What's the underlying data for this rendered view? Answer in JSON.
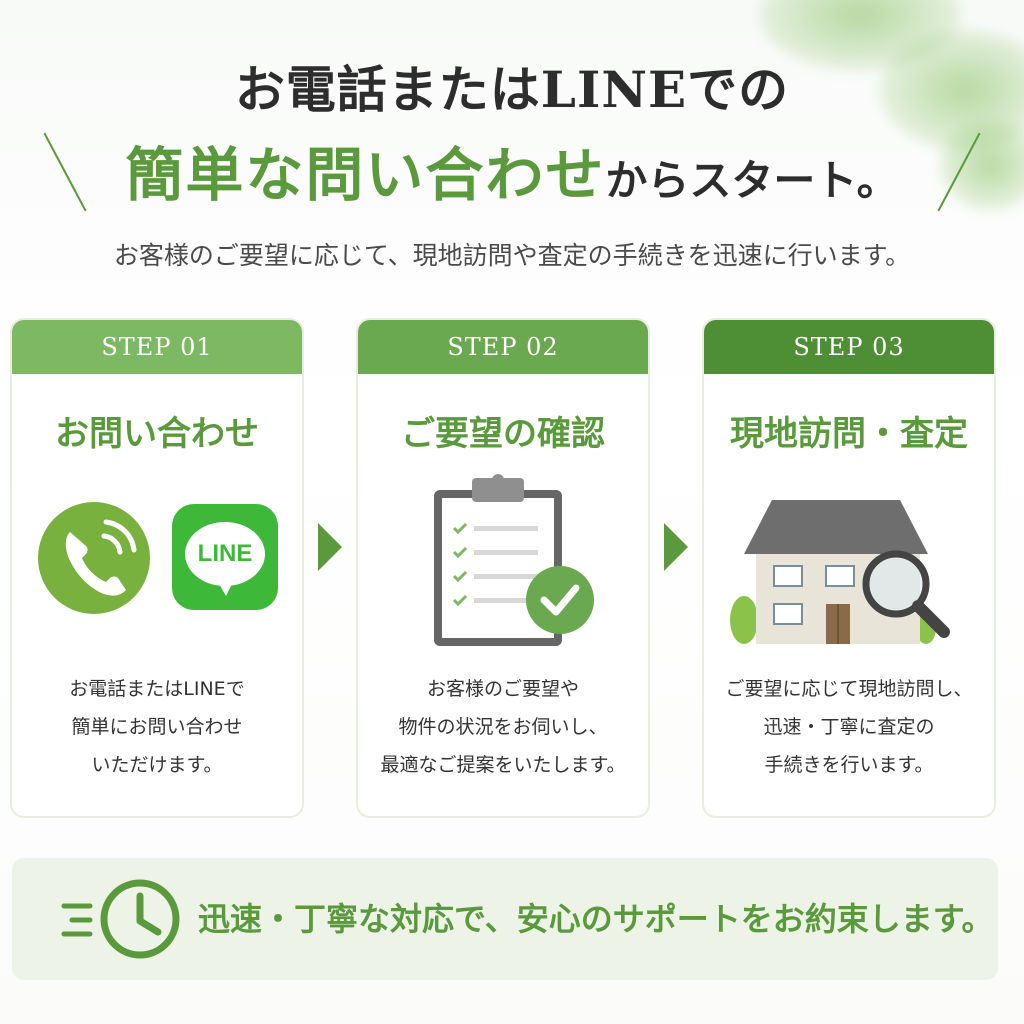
{
  "header": {
    "line1": "お電話またはLINEでの",
    "line2_highlight": "簡単な問い合わせ",
    "line2_rest": "からスタート。",
    "subtitle": "お客様のご要望に応じて、現地訪問や査定の手続きを迅速に行います。"
  },
  "steps": [
    {
      "label": "STEP 01",
      "title": "お問い合わせ",
      "icons": [
        "phone-icon",
        "line-icon"
      ],
      "line_logo_text": "LINE",
      "desc": [
        "お電話またはLINEで",
        "簡単にお問い合わせ",
        "いただけます。"
      ]
    },
    {
      "label": "STEP 02",
      "title": "ご要望の確認",
      "icons": [
        "clipboard-check-icon"
      ],
      "desc": [
        "お客様のご要望や",
        "物件の状況をお伺いし、",
        "最適なご提案をいたします。"
      ]
    },
    {
      "label": "STEP 03",
      "title": "現地訪問・査定",
      "icons": [
        "house-magnifier-icon"
      ],
      "desc": [
        "ご要望に応じて現地訪問し、",
        "迅速・丁寧に査定の",
        "手続きを行います。"
      ]
    }
  ],
  "banner": {
    "icon": "clock-icon",
    "text": "迅速・丁寧な対応で、安心のサポートをお約束します。"
  },
  "colors": {
    "accent": "#5a9a3c",
    "step1_head": "#7db863",
    "step2_head": "#6aa94f",
    "step3_head": "#4e8f35",
    "line_green": "#3db839",
    "banner_bg": "#eef3e8"
  }
}
